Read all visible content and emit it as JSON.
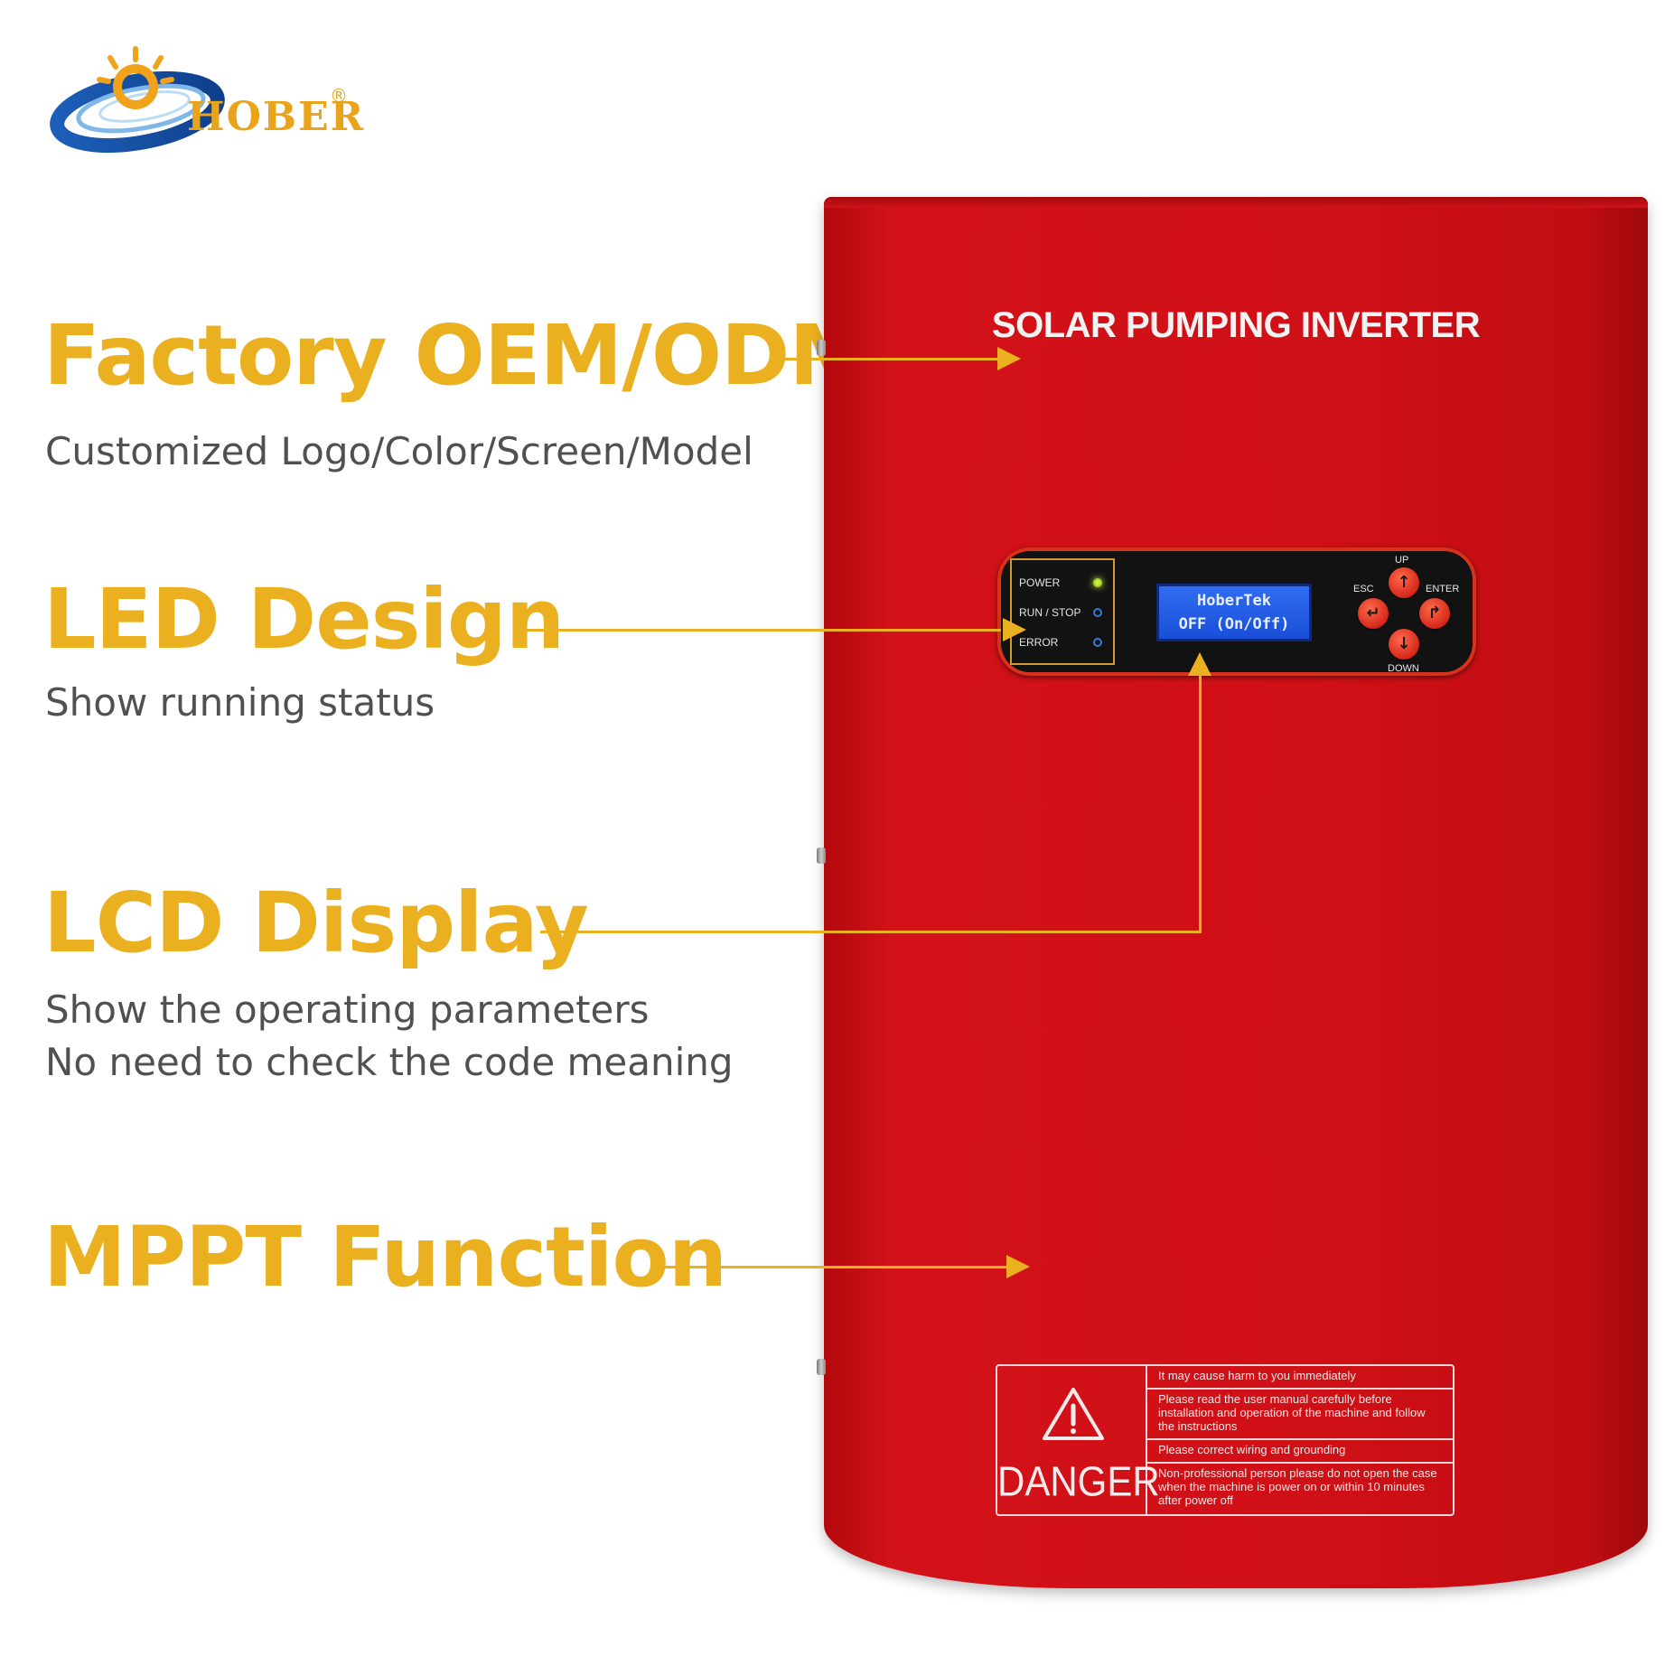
{
  "logo": {
    "text": "HOBER",
    "registered": "®"
  },
  "features": [
    {
      "heading": "Factory OEM/ODM",
      "subs": [
        "Customized Logo/Color/Screen/Model"
      ]
    },
    {
      "heading": "LED Design",
      "subs": [
        "Show running status"
      ]
    },
    {
      "heading": "LCD Display",
      "subs": [
        "Show the operating parameters",
        "No need to check the code meaning"
      ]
    },
    {
      "heading": "MPPT Function",
      "subs": []
    }
  ],
  "inverter": {
    "title": "SOLAR PUMPING INVERTER",
    "leds": [
      {
        "label": "POWER",
        "state": "on"
      },
      {
        "label": "RUN / STOP",
        "state": "off"
      },
      {
        "label": "ERROR",
        "state": "off"
      }
    ],
    "lcd": {
      "line1": "HoberTek",
      "line2": "OFF (On/Off)"
    },
    "buttons": {
      "up": "UP",
      "down": "DOWN",
      "esc": "ESC",
      "enter": "ENTER"
    },
    "danger": {
      "word": "DANGER",
      "lines": [
        "It may cause harm to you immediately",
        "Please read the user manual carefully before installation and operation of the machine and follow the instructions",
        "Please correct wiring and grounding",
        "Non-professional person please do not open the case when the machine is power on or within 10 minutes after power off"
      ]
    }
  },
  "colors": {
    "accent": "#ebb01f",
    "body_red": "#cf1016",
    "text_gray": "#505050",
    "logo_blue": "#1f5fb0"
  }
}
